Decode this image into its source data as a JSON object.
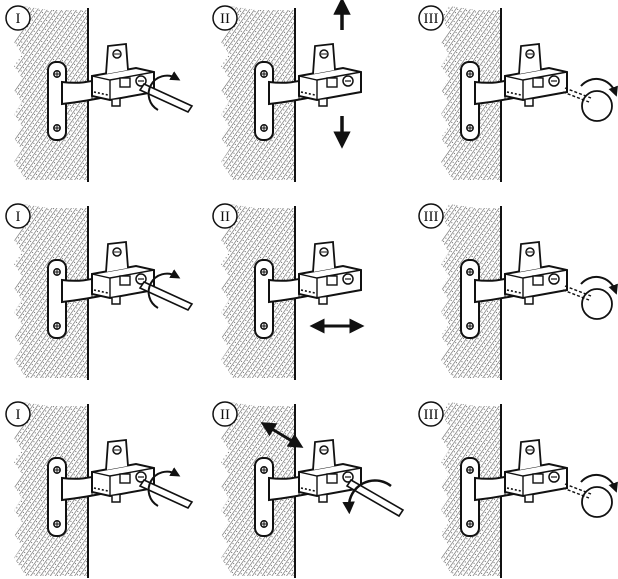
{
  "diagram": {
    "step_labels": [
      "I",
      "II",
      "III"
    ],
    "rows": [
      {
        "panels": [
          {
            "step": "I",
            "motion": "screwdriver-rotate"
          },
          {
            "step": "II",
            "motion": "vertical-adjust"
          },
          {
            "step": "III",
            "motion": "screwdriver-tighten"
          }
        ]
      },
      {
        "panels": [
          {
            "step": "I",
            "motion": "screwdriver-rotate"
          },
          {
            "step": "II",
            "motion": "horizontal-adjust"
          },
          {
            "step": "III",
            "motion": "screwdriver-tighten"
          }
        ]
      },
      {
        "panels": [
          {
            "step": "I",
            "motion": "screwdriver-rotate"
          },
          {
            "step": "II",
            "motion": "depth-adjust"
          },
          {
            "step": "III",
            "motion": "screwdriver-tighten"
          }
        ]
      }
    ],
    "colors": {
      "ink": "#111111",
      "paper": "#ffffff",
      "hatch": "#555555"
    }
  }
}
